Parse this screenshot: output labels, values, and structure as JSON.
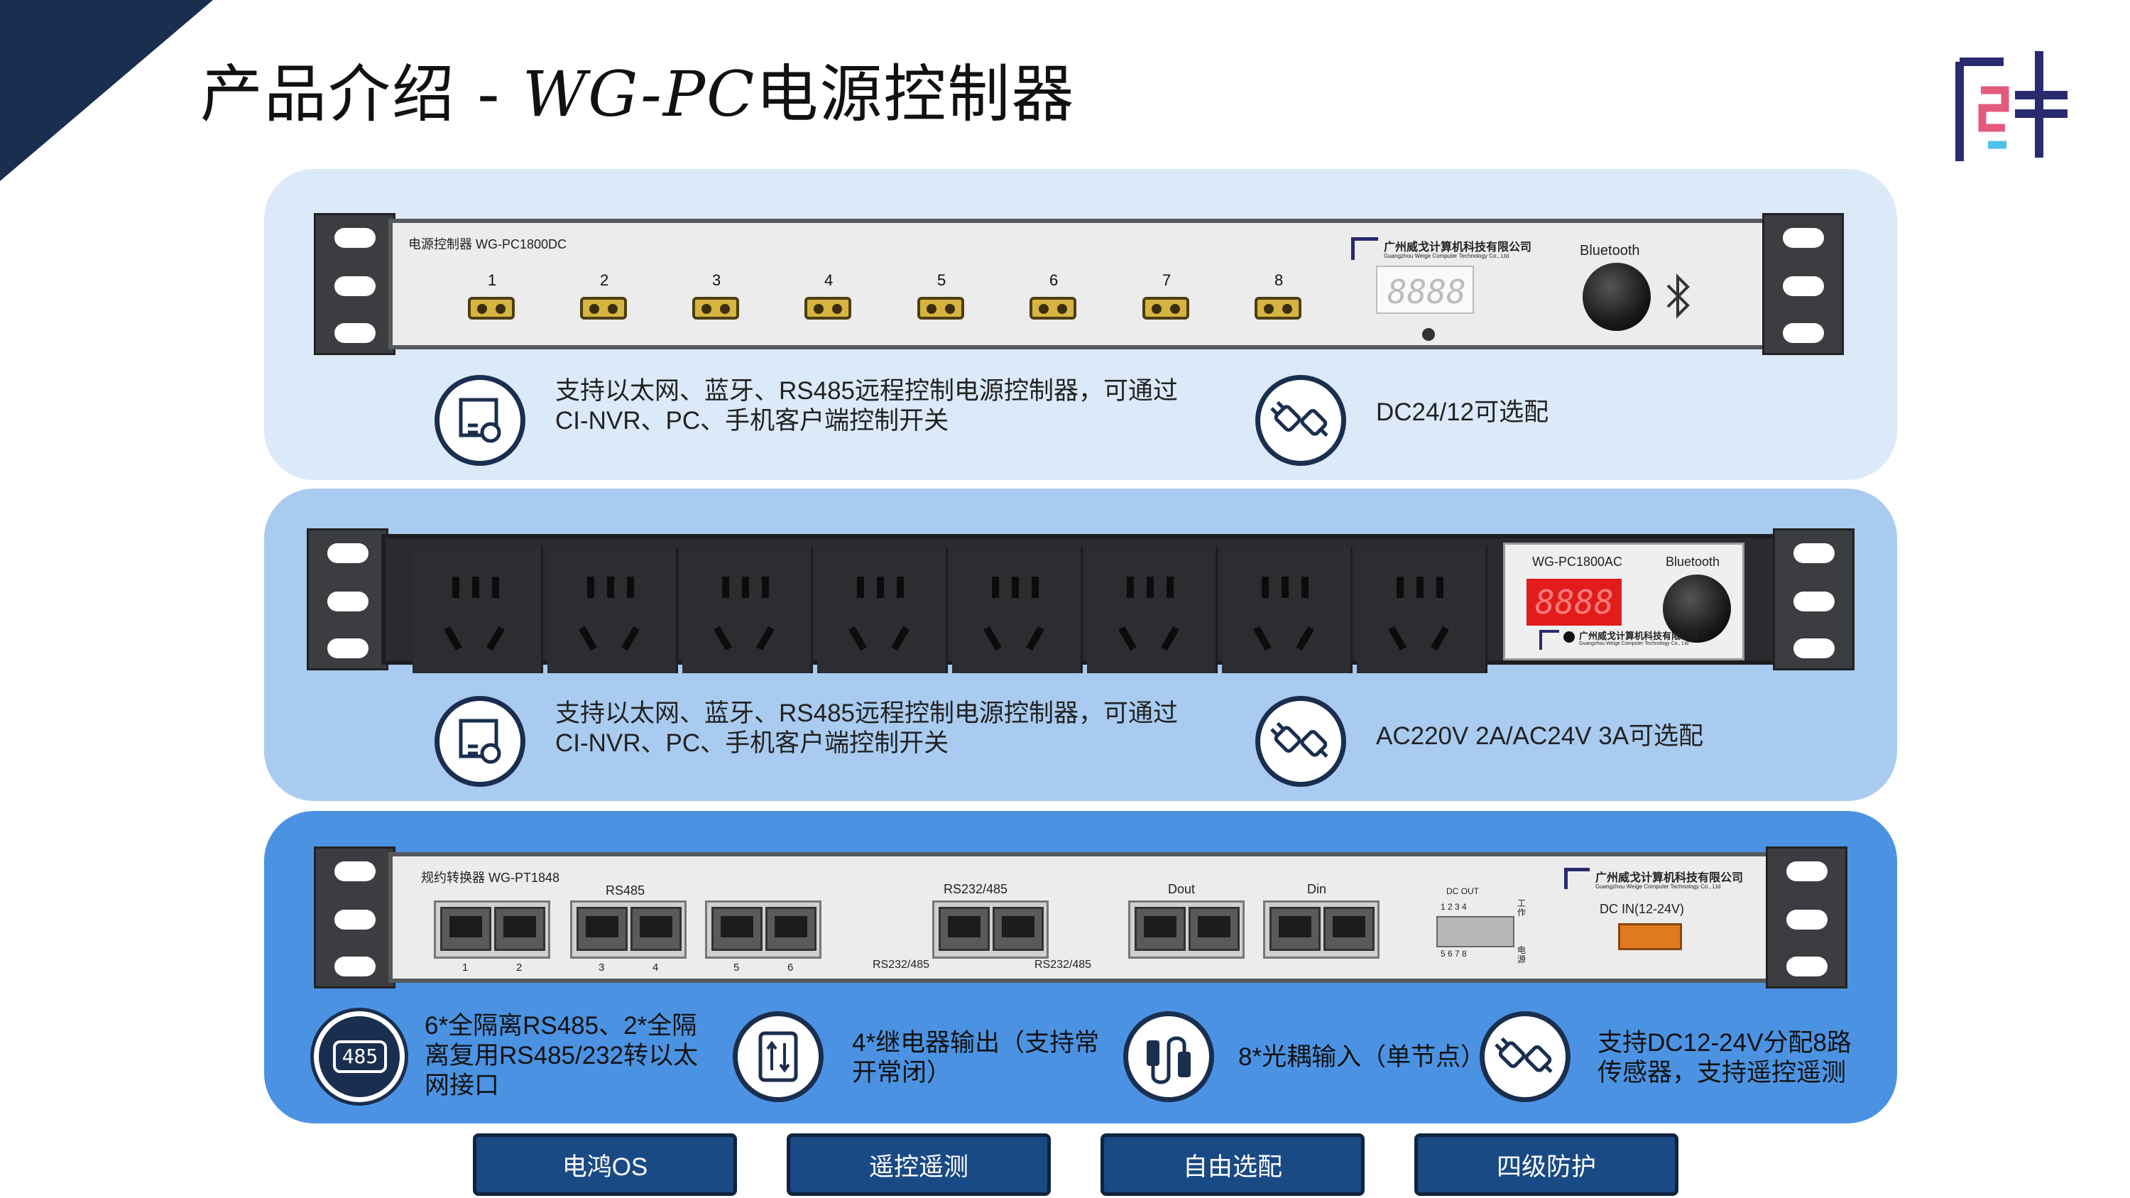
{
  "title": {
    "cn": "产品介绍  -  ",
    "latin": "WG-PC",
    "suffix": "电源控制器"
  },
  "colors": {
    "navy": "#1a2e4f",
    "band1": "#dbe9f8",
    "band2": "#a9cbef",
    "band3": "#4b93e2",
    "tag": "#1a4a84"
  },
  "device1": {
    "label": "电源控制器 WG-PC1800DC",
    "ports": [
      "1",
      "2",
      "3",
      "4",
      "5",
      "6",
      "7",
      "8"
    ],
    "company": "广州威戈计算机科技有限公司",
    "company_en": "Guangzhou Weige Computer Technology Co., Ltd",
    "display": "8888",
    "bluetooth": "Bluetooth"
  },
  "device2": {
    "model": "WG-PC1800AC",
    "bluetooth": "Bluetooth",
    "display": "8888",
    "company": "广州威戈计算机科技有限公司",
    "company_en": "Guangzhou Weige Computer Technology Co., Ltd"
  },
  "device3": {
    "label": "规约转换器 WG-PT1848",
    "company": "广州威戈计算机科技有限公司",
    "company_en": "Guangzhou Weige Computer Technology Co., Ltd",
    "rs485": "RS485",
    "rs232_485": "RS232/485",
    "dout": "Dout",
    "din": "Din",
    "dc_out": "DC OUT",
    "dc_out_nums_top": "1 2 3 4",
    "dc_out_nums_bottom": "5 6 7 8",
    "work": "工作",
    "power": "电源",
    "dc_in": "DC IN(12-24V)",
    "port_nums": [
      "1",
      "2",
      "3",
      "4",
      "5",
      "6"
    ],
    "side_label_left": "RS232/485",
    "side_label_right": "RS232/485"
  },
  "features1": {
    "text1": "支持以太网、蓝牙、RS485远程控制电源控制器，可通过CI-NVR、PC、手机客户端控制开关",
    "text2": "DC24/12可选配",
    "icon1": "settings-screen-icon",
    "icon2": "plug-icon"
  },
  "features2": {
    "text1": "支持以太网、蓝牙、RS485远程控制电源控制器，可通过CI-NVR、PC、手机客户端控制开关",
    "text2": "AC220V 2A/AC24V 3A可选配",
    "icon1": "settings-screen-icon",
    "icon2": "plug-icon"
  },
  "features3": {
    "badge": "485",
    "text1": "6*全隔离RS485、2*全隔离复用RS485/232转以太网接口",
    "text2": "4*继电器输出（支持常开常闭）",
    "text3": "8*光耦输入（单节点）",
    "text4": "支持DC12-24V分配8路传感器，支持遥控遥测",
    "icon2": "relay-icon",
    "icon3": "cable-icon",
    "icon4": "plug-icon"
  },
  "tags": [
    "电鸿OS",
    "遥控遥测",
    "自由选配",
    "四级防护"
  ]
}
